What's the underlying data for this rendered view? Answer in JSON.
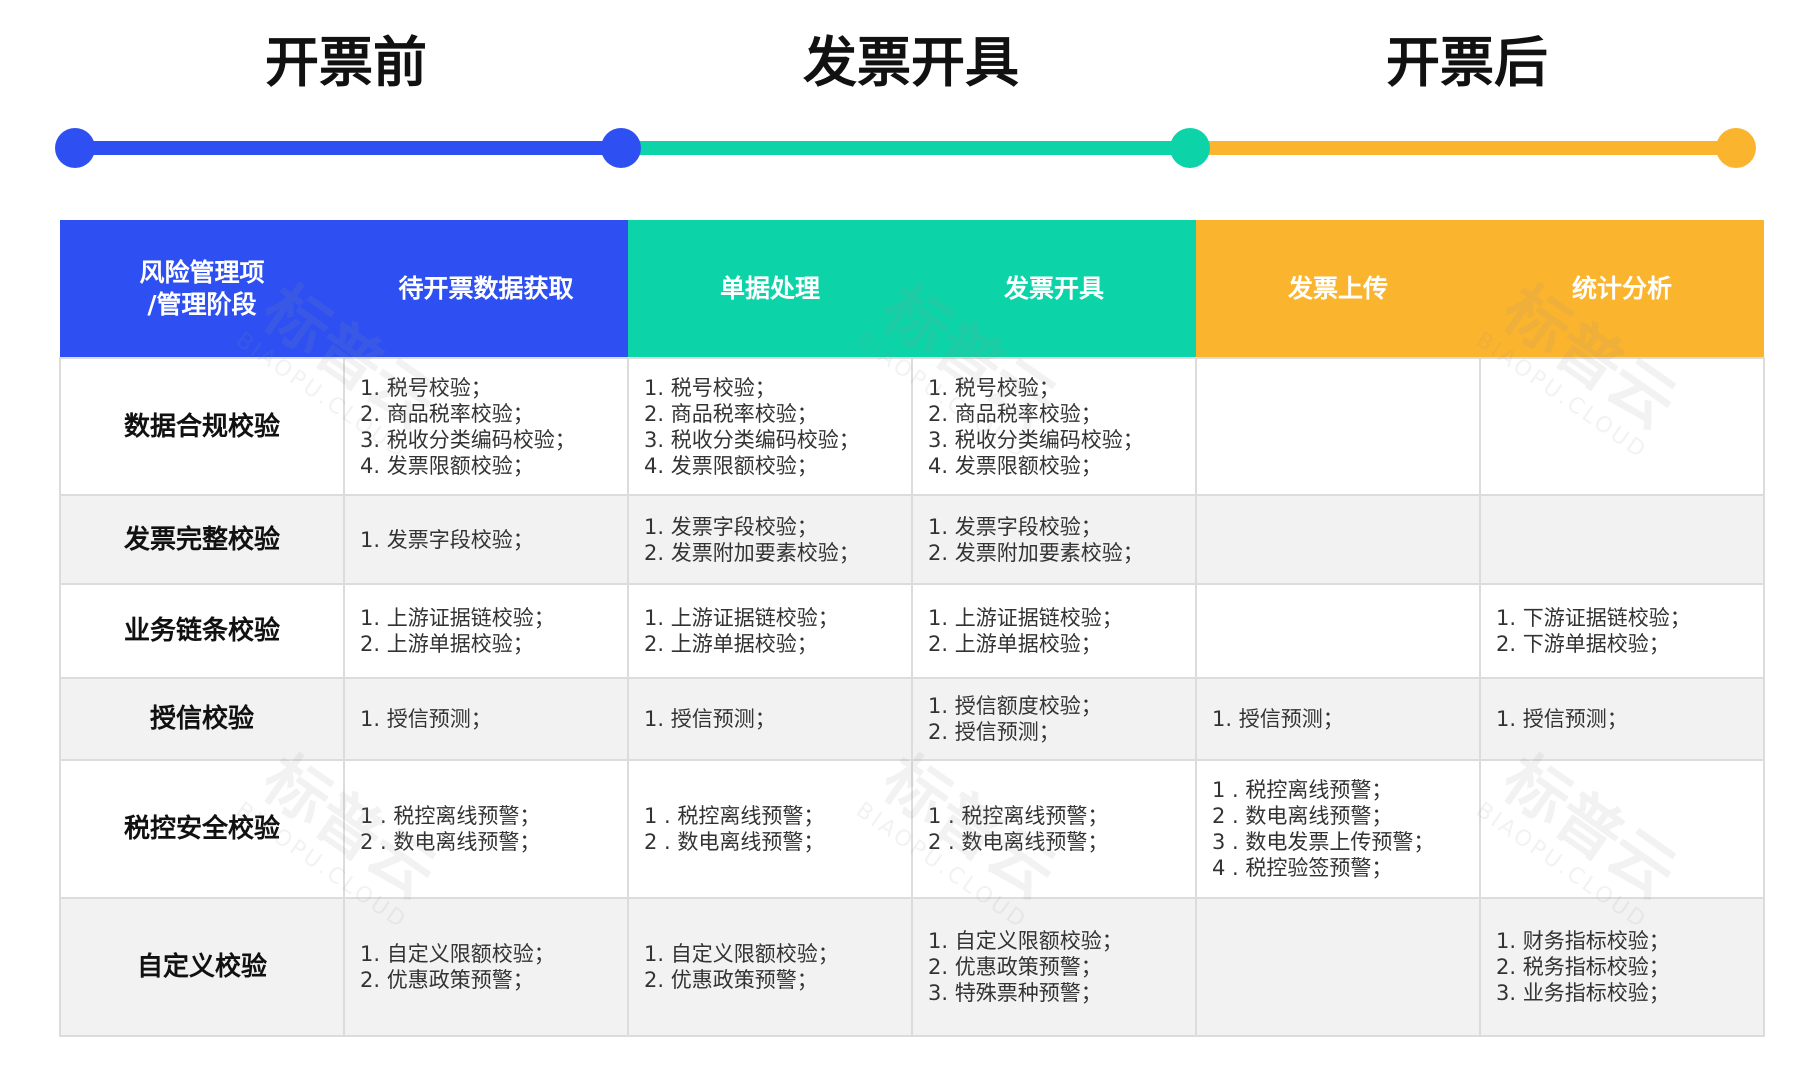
{
  "phases": [
    {
      "label": "开票前",
      "color": "#2E50F2"
    },
    {
      "label": "发票开具",
      "color": "#0DD3A8"
    },
    {
      "label": "开票后",
      "color": "#FBB42E"
    }
  ],
  "table": {
    "header": {
      "corner_line1": "风险管理项",
      "corner_line2": "/管理阶段",
      "columns": [
        "待开票数据获取",
        "单据处理",
        "发票开具",
        "发票上传",
        "统计分析"
      ]
    },
    "rows": [
      {
        "label": "数据合规校验",
        "cells": [
          [
            "1. 税号校验；",
            "2. 商品税率校验；",
            "3. 税收分类编码校验；",
            "4. 发票限额校验；"
          ],
          [
            "1. 税号校验；",
            "2. 商品税率校验；",
            "3. 税收分类编码校验；",
            "4. 发票限额校验；"
          ],
          [
            "1. 税号校验；",
            "2. 商品税率校验；",
            "3. 税收分类编码校验；",
            "4. 发票限额校验；"
          ],
          [],
          []
        ]
      },
      {
        "label": "发票完整校验",
        "cells": [
          [
            "1. 发票字段校验；"
          ],
          [
            "1. 发票字段校验；",
            "2. 发票附加要素校验；"
          ],
          [
            "1. 发票字段校验；",
            "2. 发票附加要素校验；"
          ],
          [],
          []
        ]
      },
      {
        "label": "业务链条校验",
        "cells": [
          [
            "1. 上游证据链校验；",
            "2. 上游单据校验；"
          ],
          [
            "1. 上游证据链校验；",
            "2. 上游单据校验；"
          ],
          [
            "1. 上游证据链校验；",
            "2. 上游单据校验；"
          ],
          [],
          [
            "1. 下游证据链校验；",
            "2. 下游单据校验；"
          ]
        ]
      },
      {
        "label": "授信校验",
        "cells": [
          [
            "1. 授信预测；"
          ],
          [
            "1. 授信预测；"
          ],
          [
            "1. 授信额度校验；",
            "2. 授信预测；"
          ],
          [
            "1. 授信预测；"
          ],
          [
            "1. 授信预测；"
          ]
        ]
      },
      {
        "label": "税控安全校验",
        "cells": [
          [
            "1 . 税控离线预警；",
            "2 . 数电离线预警；"
          ],
          [
            "1 . 税控离线预警；",
            "2 . 数电离线预警；"
          ],
          [
            "1 . 税控离线预警；",
            "2 . 数电离线预警；"
          ],
          [
            "1 . 税控离线预警；",
            "2 . 数电离线预警；",
            "3 . 数电发票上传预警；",
            "4 . 税控验签预警；"
          ],
          []
        ]
      },
      {
        "label": "自定义校验",
        "cells": [
          [
            "1. 自定义限额校验；",
            "2. 优惠政策预警；"
          ],
          [
            "1. 自定义限额校验；",
            "2. 优惠政策预警；"
          ],
          [
            "1. 自定义限额校验；",
            "2. 优惠政策预警；",
            "3. 特殊票种预警；"
          ],
          [],
          [
            "1. 财务指标校验；",
            "2. 税务指标校验；",
            "3. 业务指标校验；"
          ]
        ]
      }
    ]
  },
  "watermark": {
    "main": "标普云",
    "sub": "BIAOPU.CLOUD"
  }
}
